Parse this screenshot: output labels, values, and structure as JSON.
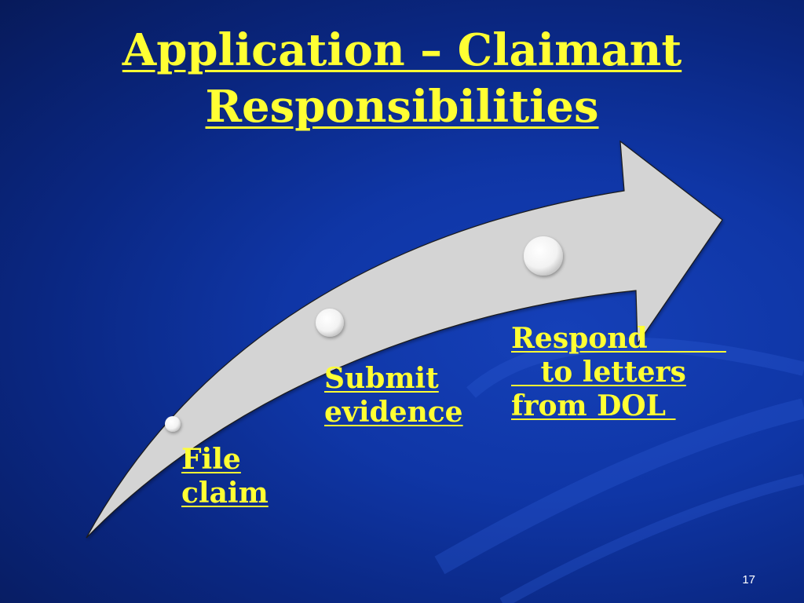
{
  "slide": {
    "title_line1": "Application – Claimant",
    "title_line2": "Responsibilities",
    "page_number": "17"
  },
  "steps": [
    {
      "line1": "File",
      "line2": "claim"
    },
    {
      "line1": "Submit",
      "line2": "evidence"
    },
    {
      "line1": "Respond        ",
      "line2": "   to letters",
      "line3": "from DOL "
    }
  ],
  "colors": {
    "text_accent": "#ffff33",
    "arrow_fill": "#d4d4d4",
    "background": "#0f36a6"
  }
}
